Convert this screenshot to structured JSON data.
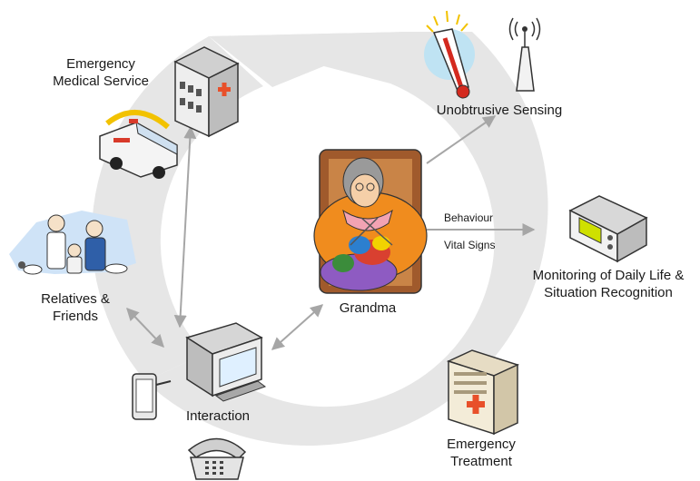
{
  "labels": {
    "emergency_medical_service": "Emergency\nMedical Service",
    "unobtrusive_sensing": "Unobtrusive Sensing",
    "behaviour": "Behaviour",
    "vital_signs": "Vital Signs",
    "monitoring": "Monitoring of Daily Life &\nSituation Recognition",
    "relatives_friends": "Relatives &\nFriends",
    "grandma": "Grandma",
    "interaction": "Interaction",
    "emergency_treatment": "Emergency\nTreatment"
  },
  "icons": [
    "hospital-building-icon",
    "ambulance-icon",
    "thermometer-icon",
    "antenna-sensor-icon",
    "grandma-knitting-icon",
    "monitoring-device-icon",
    "family-group-icon",
    "computer-monitor-icon",
    "tablet-device-icon",
    "telephone-icon",
    "server-medical-icon"
  ],
  "colors": {
    "ring": "#e6e6e6",
    "arrow": "#a6a6a6",
    "text": "#1a1a1a"
  }
}
